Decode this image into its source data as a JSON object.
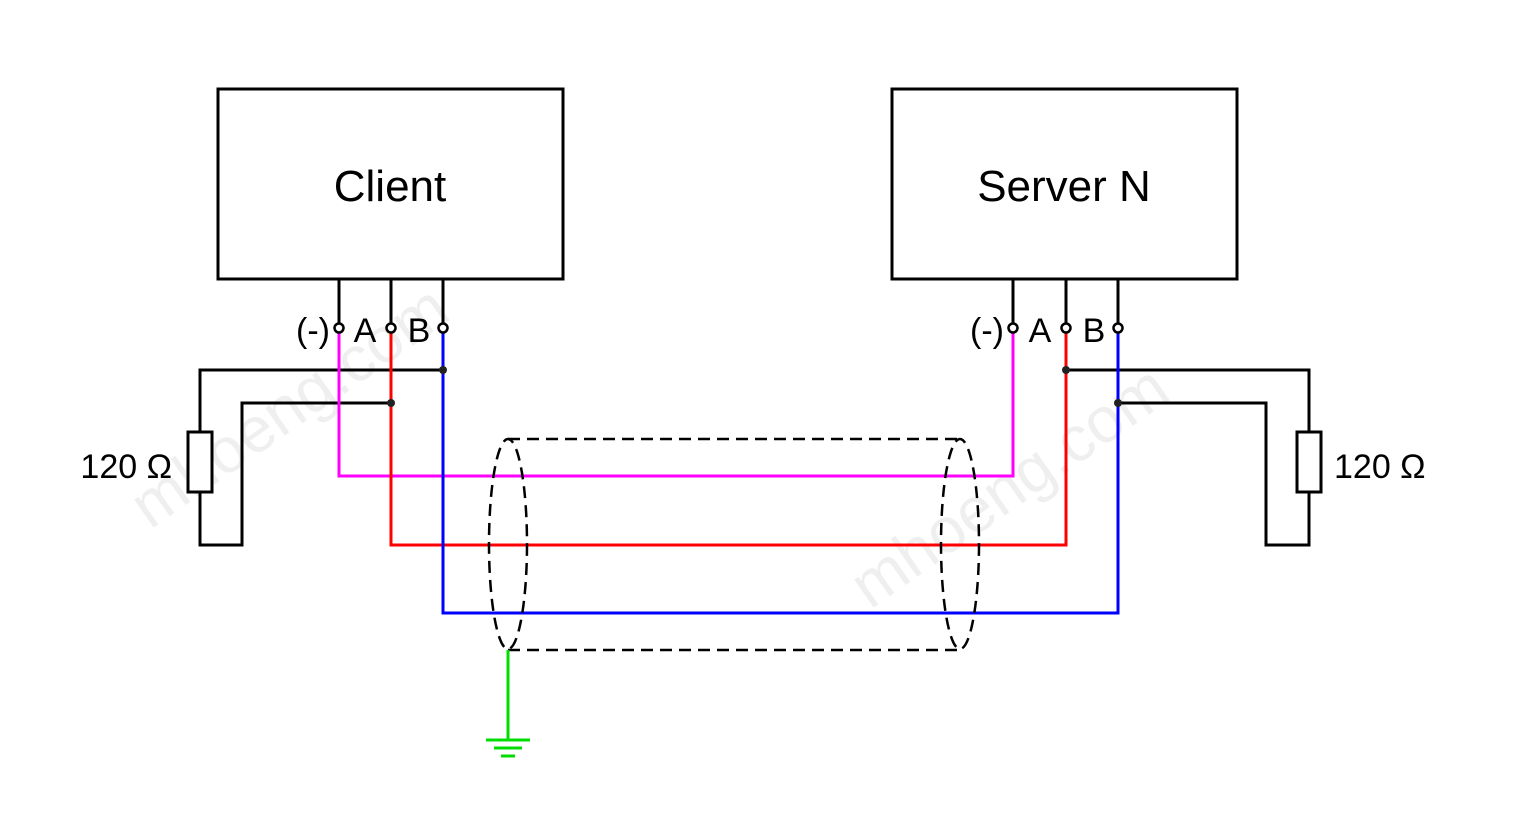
{
  "devices": {
    "left": "Client",
    "right": "Server N"
  },
  "terminals": {
    "neg": "(-)",
    "a": "A",
    "b": "B"
  },
  "resistor_label": "120 Ω",
  "watermark": "mhoeng.com",
  "colors": {
    "neg_wire": "#ff00ff",
    "a_wire": "#ff0000",
    "b_wire": "#0000ff",
    "ground": "#00dd00"
  }
}
